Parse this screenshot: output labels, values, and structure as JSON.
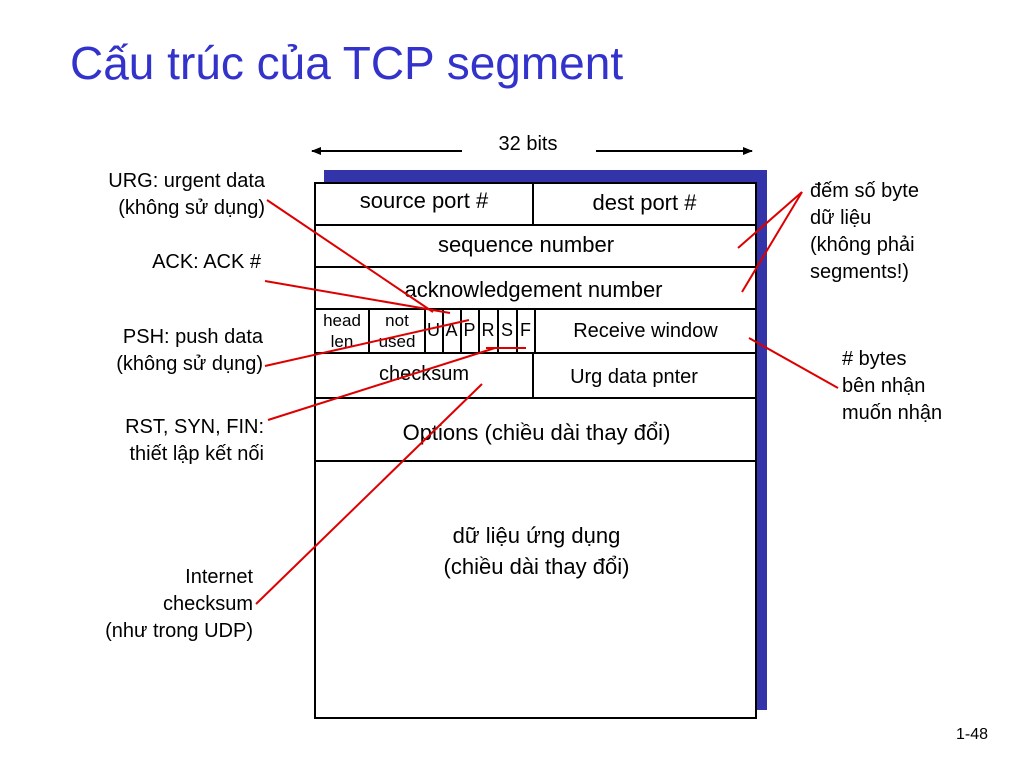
{
  "slide": {
    "title": "Cấu trúc của TCP segment",
    "page_number": "1-48"
  },
  "diagram": {
    "width_label": "32 bits",
    "fields": {
      "source_port": "source port #",
      "dest_port": "dest port #",
      "sequence_number": "sequence number",
      "ack_number": "acknowledgement number",
      "head_len_1": "head",
      "head_len_2": "len",
      "not_used_1": "not",
      "not_used_2": "used",
      "flag_u": "U",
      "flag_a": "A",
      "flag_p": "P",
      "flag_r": "R",
      "flag_s": "S",
      "flag_f": "F",
      "receive_window": "Receive window",
      "checksum": "checksum",
      "urg_pointer": "Urg data pnter",
      "options": "Options (chiều dài thay đổi)",
      "app_data_1": "dữ liệu ứng dụng",
      "app_data_2": "(chiều dài thay đổi)"
    }
  },
  "annotations": {
    "urg": [
      "URG: urgent data",
      "(không sử dụng)"
    ],
    "ack": [
      "ACK: ACK #"
    ],
    "psh": [
      "PSH: push data",
      "(không sử dụng)"
    ],
    "rst": [
      "RST, SYN, FIN:",
      "thiết lập kết nối"
    ],
    "internet_checksum": [
      "Internet",
      "checksum",
      "(như trong UDP)"
    ],
    "byte_count": [
      "đếm số byte",
      "dữ liệu",
      "(không phải",
      "segments!)"
    ],
    "rcv_bytes": [
      "# bytes",
      "bên nhận",
      "muốn nhận"
    ]
  },
  "colors": {
    "title": "#3333cc",
    "shadow": "#3333aa",
    "callout_line": "#dd0000"
  }
}
